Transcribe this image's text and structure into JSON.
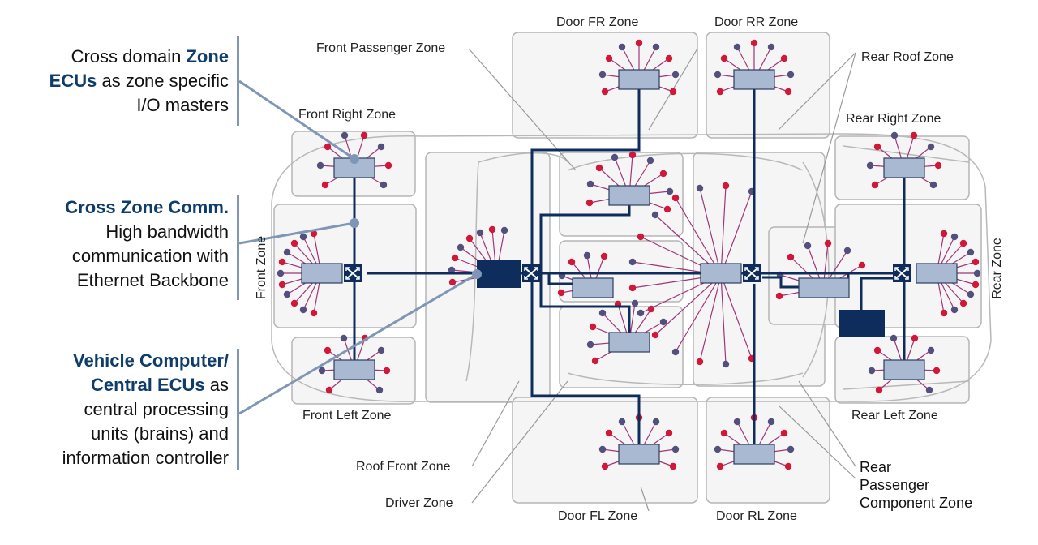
{
  "callouts": {
    "zone_ecus": {
      "pre": "Cross domain ",
      "hl1": "Zone",
      "hl2": "ECUs",
      "post": " as zone specific",
      "line3": "I/O masters"
    },
    "cross_zone": {
      "hl": "Cross Zone Comm.",
      "line2": "High bandwidth",
      "line3": "communication with",
      "line4": "Ethernet Backbone"
    },
    "vehicle_computer": {
      "hl1": "Vehicle Computer/",
      "hl2": "Central ECUs",
      "post": " as",
      "line3": "central processing",
      "line4": "units (brains) and",
      "line5": "information controller"
    }
  },
  "zones": {
    "door_fr": "Door FR Zone",
    "door_rr": "Door RR Zone",
    "front_passenger": "Front Passenger Zone",
    "rear_roof": "Rear Roof Zone",
    "front_right": "Front Right Zone",
    "rear_right": "Rear Right Zone",
    "front": "Front Zone",
    "rear": "Rear Zone",
    "front_left": "Front Left Zone",
    "rear_left": "Rear Left Zone",
    "roof_front": "Roof Front Zone",
    "driver": "Driver Zone",
    "door_fl": "Door FL Zone",
    "door_rl": "Door RL Zone",
    "rear_passenger_1": "Rear",
    "rear_passenger_2": "Passenger",
    "rear_passenger_3": "Component Zone"
  },
  "colors": {
    "backbone": "#0f2d5c",
    "ecu_fill": "#a9b9d2",
    "ecu_stroke": "#2c3e5c",
    "sensor_red": "#d0183a",
    "sensor_purple": "#54507c",
    "sensor_line": "#a0357a",
    "zone_box": "#b5b5b5",
    "callout_line": "#7f96b4",
    "highlight_text": "#0f3d6b"
  }
}
